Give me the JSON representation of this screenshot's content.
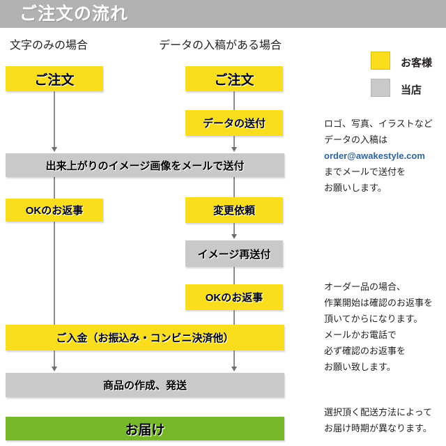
{
  "header": {
    "title": "ご注文の流れ"
  },
  "columns": {
    "left_header": "文字のみの場合",
    "right_header": "データの入稿がある場合"
  },
  "legend": {
    "items": [
      {
        "label": "お客様",
        "color": "#fade1e",
        "name": "customer"
      },
      {
        "label": "当店",
        "color": "#c9c9c9",
        "name": "shop"
      }
    ]
  },
  "flow": {
    "left": [
      {
        "label": "ご注文",
        "role": "customer"
      },
      {
        "label": "OKのお返事",
        "role": "customer"
      }
    ],
    "right": [
      {
        "label": "ご注文",
        "role": "customer"
      },
      {
        "label": "データの送付",
        "role": "customer"
      },
      {
        "label": "変更依頼",
        "role": "customer"
      },
      {
        "label": "イメージ再送付",
        "role": "shop"
      },
      {
        "label": "OKのお返事",
        "role": "customer"
      }
    ],
    "shared": [
      {
        "label": "出来上がりのイメージ画像をメールで送付",
        "role": "shop"
      },
      {
        "label": "ご入金（お振込み・コンビニ決済他）",
        "role": "customer"
      },
      {
        "label": "商品の作成、発送",
        "role": "shop"
      },
      {
        "label": "お届け",
        "role": "deliver"
      }
    ]
  },
  "notes": {
    "data_submission": {
      "line1": "ロゴ、写真、イラストなど",
      "line2": "データの入稿は",
      "email": "order@awakestyle.com",
      "line4": "までメールで送付を",
      "line5": "お願いします。"
    },
    "order_confirm": {
      "line1": "オーダー品の場合、",
      "line2": "作業開始は確認のお返事を",
      "line3": "頂いてからになります。",
      "line4": "メールかお電話で",
      "line5": "必ず確認のお返事を",
      "line6": "お願い致します。"
    },
    "shipping": {
      "line1": "選択頂く配送方法によって",
      "line2": "お届け時期が異なります。"
    }
  },
  "colors": {
    "header_bar": "#b2b2b2",
    "customer": "#fade1e",
    "shop": "#c9c9c9",
    "deliver": "#76b82a",
    "email_link": "#2e64a3",
    "arrow": "#8c8c8c"
  }
}
